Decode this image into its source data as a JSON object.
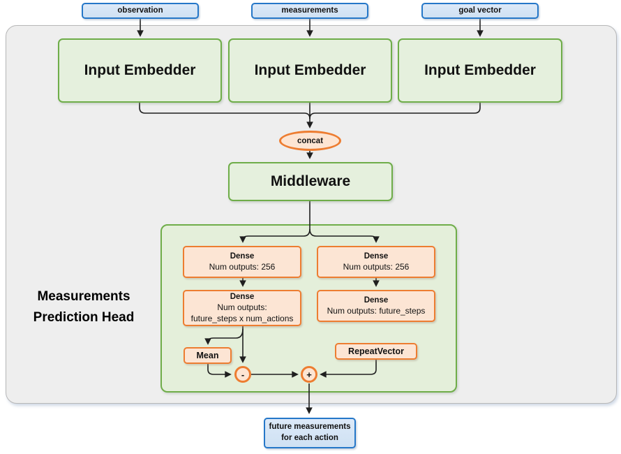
{
  "inputs": [
    {
      "label": "observation"
    },
    {
      "label": "measurements"
    },
    {
      "label": "goal vector"
    }
  ],
  "embedders": [
    {
      "label": "Input Embedder"
    },
    {
      "label": "Input Embedder"
    },
    {
      "label": "Input Embedder"
    }
  ],
  "concat": {
    "label": "concat"
  },
  "middleware": {
    "label": "Middleware"
  },
  "head": {
    "label_line1": "Measurements",
    "label_line2": "Prediction Head",
    "dense_left1": {
      "title": "Dense",
      "subtitle": "Num outputs: 256"
    },
    "dense_right1": {
      "title": "Dense",
      "subtitle": "Num outputs: 256"
    },
    "dense_left2": {
      "title": "Dense",
      "subtitle": "Num outputs:",
      "subtitle2": "future_steps x num_actions"
    },
    "dense_right2": {
      "title": "Dense",
      "subtitle": "Num outputs: future_steps"
    },
    "mean": {
      "label": "Mean"
    },
    "repeat_vector": {
      "label": "RepeatVector"
    },
    "minus": {
      "label": "-"
    },
    "plus": {
      "label": "+"
    }
  },
  "output": {
    "label_line1": "future measurements",
    "label_line2": "for each action"
  },
  "colors": {
    "blue_border": "#2577c8",
    "blue_fill": "#d9e8f7",
    "green_border": "#6fad49",
    "green_fill": "#e5f0dd",
    "orange_border": "#ed7d31",
    "orange_fill": "#fce5d4",
    "outer_fill": "#eeeeee",
    "outer_border": "#b7b7b7",
    "connector": "#1f1f1f"
  }
}
